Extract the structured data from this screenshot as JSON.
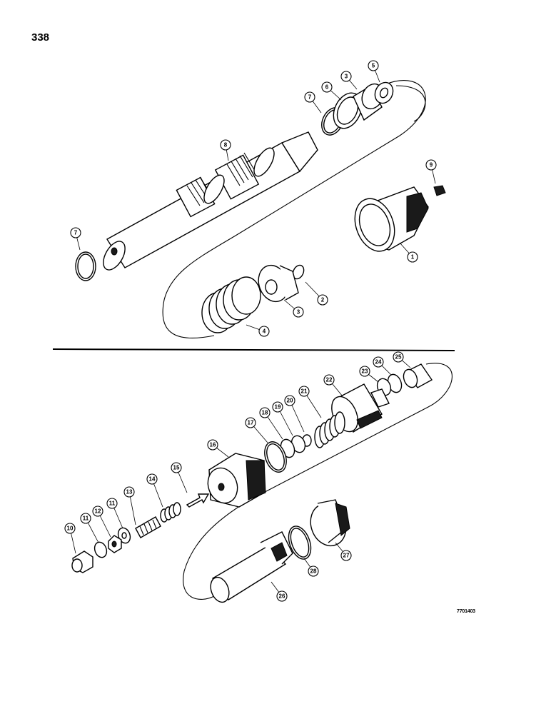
{
  "page": {
    "number": "338",
    "ref_code": "7701403"
  },
  "callouts": {
    "c7a": "7",
    "c6": "6",
    "c3a": "3",
    "c5": "5",
    "c8": "8",
    "c9": "9",
    "c7b": "7",
    "c1": "1",
    "c2": "2",
    "c3b": "3",
    "c4": "4",
    "c25a": "25",
    "c24": "24",
    "c23": "23",
    "c22": "22",
    "c21": "21",
    "c20": "20",
    "c19": "19",
    "c18": "18",
    "c17": "17",
    "c16": "16",
    "c15": "15",
    "c14": "14",
    "c13": "13",
    "c11a": "11",
    "c12": "12",
    "c11b": "11",
    "c10": "10",
    "c27": "27",
    "c28": "28",
    "c26": "26"
  }
}
